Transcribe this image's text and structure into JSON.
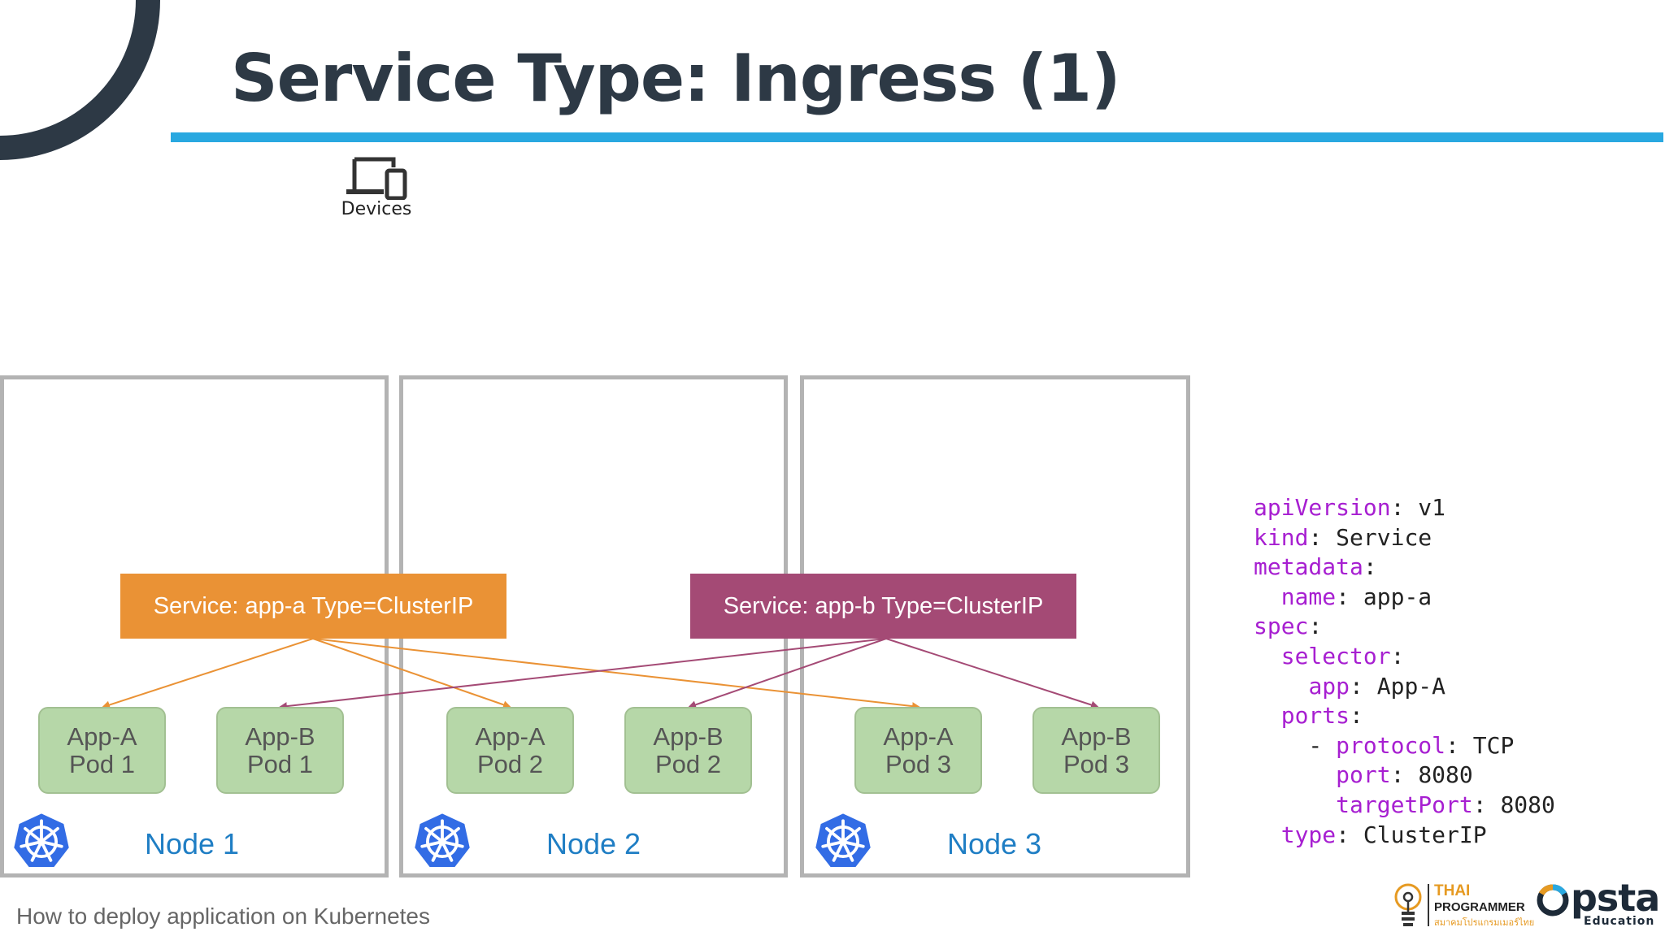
{
  "slide": {
    "title": "Service Type: Ingress (1)",
    "footer": "How to deploy application on Kubernetes"
  },
  "colors": {
    "title_rule": "#29a8e0",
    "service_app_a": "#ea9235",
    "service_app_b": "#a44a75",
    "pod": "#b6d7a8",
    "node_label": "#1f7ec4",
    "yaml_key": "#a71fd1",
    "corner_arc": "#2d3945"
  },
  "devices": {
    "label": "Devices",
    "icon": "devices-icon"
  },
  "nodes": [
    {
      "label": "Node 1"
    },
    {
      "label": "Node 2"
    },
    {
      "label": "Node 3"
    }
  ],
  "services": {
    "app_a": {
      "label": "Service: app-a Type=ClusterIP"
    },
    "app_b": {
      "label": "Service: app-b Type=ClusterIP"
    }
  },
  "pods": [
    {
      "app": "App-A",
      "pod": "Pod 1"
    },
    {
      "app": "App-B",
      "pod": "Pod 1"
    },
    {
      "app": "App-A",
      "pod": "Pod 2"
    },
    {
      "app": "App-B",
      "pod": "Pod 2"
    },
    {
      "app": "App-A",
      "pod": "Pod 3"
    },
    {
      "app": "App-B",
      "pod": "Pod 3"
    }
  ],
  "yaml": {
    "apiVersion_key": "apiVersion",
    "apiVersion_val": "v1",
    "kind_key": "kind",
    "kind_val": "Service",
    "metadata_key": "metadata",
    "name_key": "name",
    "name_val": "app-a",
    "spec_key": "spec",
    "selector_key": "selector",
    "app_key": "app",
    "app_val": "App-A",
    "ports_key": "ports",
    "protocol_key": "protocol",
    "protocol_val": "TCP",
    "port_key": "port",
    "port_val": "8080",
    "targetPort_key": "targetPort",
    "targetPort_val": "8080",
    "type_key": "type",
    "type_val": "ClusterIP"
  },
  "logos": {
    "thai_line1": "THAI",
    "thai_line2": "PROGRAMMER",
    "thai_line3": "สมาคมโปรแกรมเมอร์ไทย",
    "opsta_word": "psta",
    "opsta_sub": "Education"
  }
}
